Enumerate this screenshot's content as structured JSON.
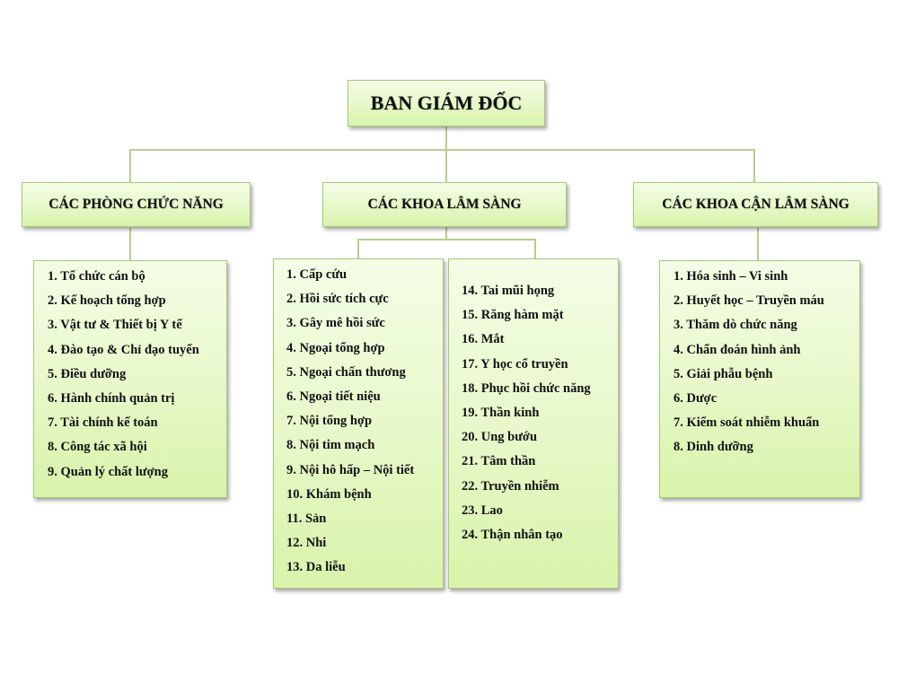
{
  "colors": {
    "box_fill_top": "#f4fde6",
    "box_fill_bottom": "#d8f3aa",
    "box_border": "#a9c97a",
    "connector": "#b5d08a",
    "text": "#111111"
  },
  "root": {
    "title": "BAN GIÁM ĐỐC"
  },
  "departments": [
    {
      "title": "CÁC PHÒNG CHỨC NĂNG",
      "items": [
        "1. Tổ chức cán bộ",
        "2. Kế hoạch tổng hợp",
        "3. Vật tư & Thiết bị Y tế",
        "4. Đào tạo & Chỉ đạo tuyến",
        "5. Điều dưỡng",
        "6. Hành chính quản trị",
        "7. Tài chính kế toán",
        "8. Công tác xã hội",
        "9. Quản lý chất lượng"
      ]
    },
    {
      "title": "CÁC KHOA LÂM SÀNG",
      "columns": [
        {
          "items": [
            "1. Cấp cứu",
            "2. Hồi sức tích cực",
            "3. Gây mê hồi sức",
            "4. Ngoại tổng hợp",
            "5. Ngoại chấn thương",
            "6. Ngoại tiết niệu",
            "7. Nội tổng hợp",
            "8. Nội tim mạch",
            "9. Nội hô hấp – Nội tiết",
            "10. Khám bệnh",
            "11. Sản",
            "12. Nhi",
            "13. Da liễu"
          ]
        },
        {
          "items": [
            "14. Tai mũi họng",
            "15. Răng hàm mặt",
            "16. Mắt",
            "17. Y học cổ truyền",
            "18. Phục hồi chức năng",
            "19. Thần kinh",
            "20. Ung bướu",
            "21. Tâm thần",
            "22. Truyền nhiễm",
            "23. Lao",
            "24. Thận nhân tạo"
          ]
        }
      ]
    },
    {
      "title": "CÁC KHOA CẬN LÂM SÀNG",
      "items": [
        "1. Hóa sinh – Vi sinh",
        "2. Huyết học – Truyền máu",
        "3. Thăm dò chức năng",
        "4. Chẩn đoán hình ảnh",
        "5. Giải phẫu bệnh",
        "6. Dược",
        "7. Kiểm soát nhiễm khuẩn",
        "8. Dinh dưỡng"
      ]
    }
  ]
}
